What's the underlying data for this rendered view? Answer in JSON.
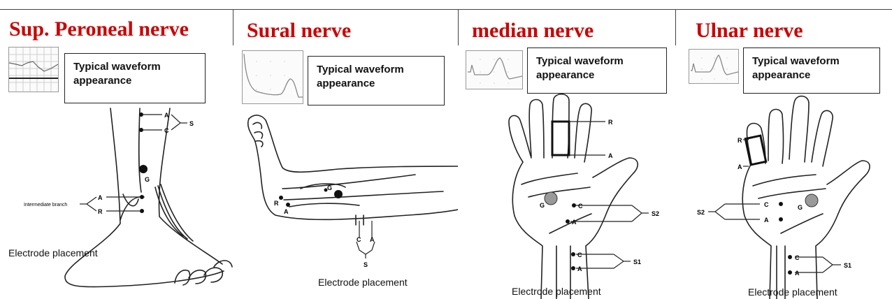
{
  "accent_color": "#cc0000",
  "waveform_box_text": "Typical waveform appearance",
  "panels": [
    {
      "title": "Sup. Peroneal nerve",
      "caption": "Electrode placement",
      "labels": {
        "a_top": "A",
        "c_top": "C",
        "s": "S",
        "g": "G",
        "branch": "Intermediate branch",
        "a_low": "A",
        "r_low": "R"
      }
    },
    {
      "title": "Sural nerve",
      "caption": "Electrode placement",
      "labels": {
        "g": "G",
        "r": "R",
        "a": "A",
        "c": "C",
        "a2": "A",
        "s": "S"
      }
    },
    {
      "title": "median nerve",
      "caption": "Electrode placement",
      "labels": {
        "r": "R",
        "a": "A",
        "g": "G",
        "c": "C",
        "a2": "A",
        "s2": "S2",
        "c2": "C",
        "a3": "A",
        "s1": "S1"
      }
    },
    {
      "title": "Ulnar nerve",
      "caption": "Electrode placement",
      "labels": {
        "r": "R",
        "a": "A",
        "s2": "S2",
        "c": "C",
        "a2": "A",
        "g": "G",
        "c2": "C",
        "a3": "A",
        "s1": "S1"
      }
    }
  ]
}
